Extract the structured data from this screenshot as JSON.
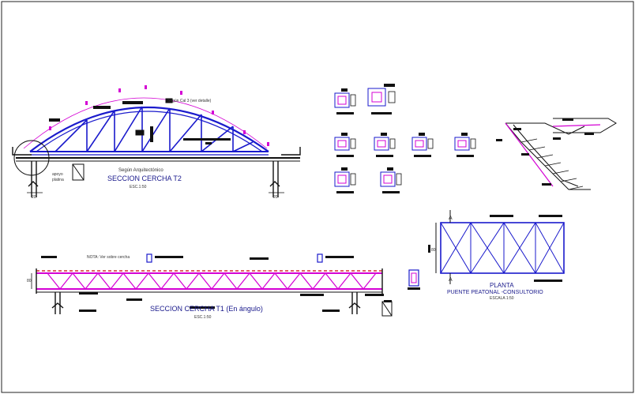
{
  "drawing": {
    "arch_truss": {
      "title": "SECCION CERCHA T2",
      "subtitle": "Según Arquitectónico",
      "scale": "ESC.1:50",
      "note_apoyo": "apoyo",
      "note_platina": "platina",
      "dim_left": "20",
      "dim_right": "20"
    },
    "flat_truss": {
      "title": "SECCION CERCHA T1 (En ángulo)",
      "scale": "ESC.1:50",
      "note": "NOTA: Ver sobre cercha",
      "dim_left": "80"
    },
    "bridge_plan": {
      "title": "PLANTA",
      "subtitle": "PUENTE PEATONAL -CONSULTORIO",
      "scale": "ESCALA 1:50",
      "section_marks": [
        "A",
        "A"
      ],
      "dim_side": "80"
    },
    "colors": {
      "magenta": "#d400d4",
      "blue": "#1a1acc",
      "black": "#111111",
      "red": "#cc0000"
    }
  }
}
